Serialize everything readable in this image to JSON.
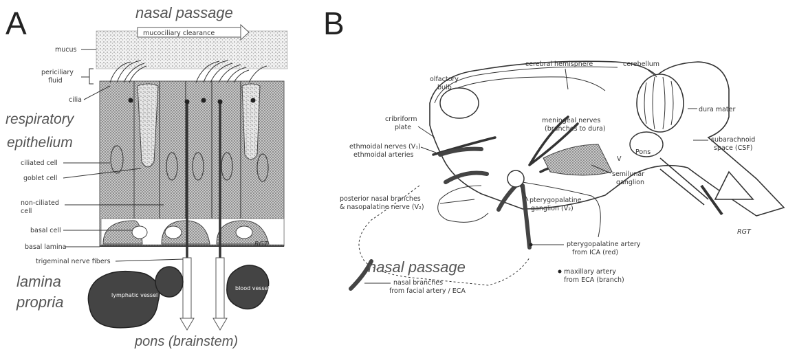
{
  "panel_a": {
    "letter": "A",
    "title_top": "nasal passage",
    "mucociliary": "mucociliary clearance",
    "title_bottom": "pons (brainstem)",
    "side_title_1": "respiratory",
    "side_title_2": "epithelium",
    "lamina_1": "lamina",
    "lamina_2": "propria",
    "labels": {
      "mucus": "mucus",
      "periciliary_1": "periciliary",
      "periciliary_2": "fluid",
      "cilia": "cilia",
      "ciliated": "ciliated cell",
      "goblet": "goblet cell",
      "nonciliated_1": "non-ciliated",
      "nonciliated_2": "cell",
      "basal_cell": "basal cell",
      "basal_lamina": "basal lamina",
      "trigeminal": "trigeminal nerve fibers",
      "vessel_1": "lymphatic vessel",
      "vessel_2": "blood vessel"
    },
    "signature": "RGT"
  },
  "panel_b": {
    "letter": "B",
    "nasal_passage": "nasal passage",
    "labels": {
      "cerebral": "cerebral hemisphere",
      "cerebellum": "cerebellum",
      "olfactory_1": "olfactory",
      "olfactory_2": "bulb",
      "cribriform_1": "cribriform",
      "cribriform_2": "plate",
      "dura": "dura mater",
      "meningeal_1": "meningeal nerves",
      "meningeal_2": "(branches to dura)",
      "subarachnoid_1": "subarachnoid",
      "subarachnoid_2": "space (CSF)",
      "ethmoidal_nerves": "ethmoidal nerves (V₁)",
      "ethmoidal_arteries": "ethmoidal arteries",
      "v_label": "V",
      "pons": "Pons",
      "semilunar_1": "semilunar",
      "semilunar_2": "ganglion",
      "posterior_1": "posterior nasal branches",
      "posterior_2": "& nasopalatine nerve (V₂)",
      "pterygo_ganglion_1": "pterygopalatine",
      "pterygo_ganglion_2": "ganglion (V₂)",
      "pterygo_artery_1": "pterygopalatine artery",
      "pterygo_artery_2": "from ICA (red)",
      "maxillary_1": "maxillary artery",
      "maxillary_2": "from ECA (branch)",
      "nasal_branches_1": "nasal branches",
      "nasal_branches_2": "from facial artery / ECA"
    },
    "signature": "RGT"
  }
}
